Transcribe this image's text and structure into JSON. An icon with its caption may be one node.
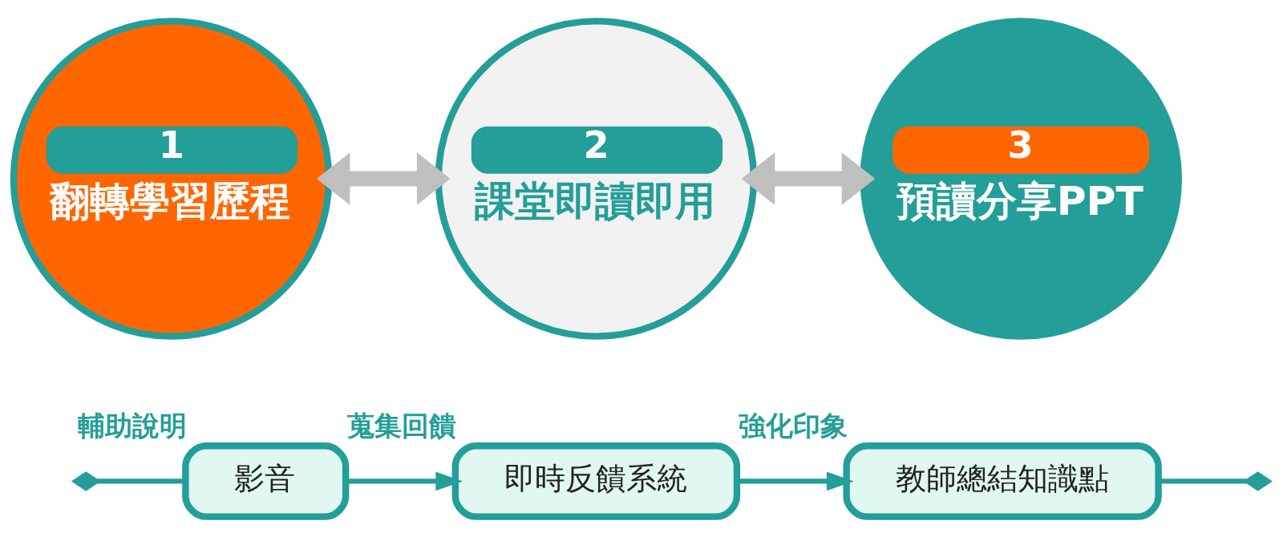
{
  "diagram": {
    "nodes": [
      {
        "text": [
          "1",
          "翻轉學習歷程"
        ]
      },
      {
        "text": [
          "2",
          "課堂即讀即用"
        ]
      },
      {
        "text": [
          "3",
          "預讀分享PPT"
        ]
      },
      {
        "text": [
          "影音"
        ],
        "beside": [
          "輔助說明"
        ]
      },
      {
        "text": [
          "即時反饋系統"
        ],
        "beside": [
          "蒐集回饋"
        ]
      },
      {
        "text": [
          "教師總結知識點"
        ],
        "beside": [
          "強化印象"
        ]
      }
    ],
    "edges": [
      {
        "from": 0,
        "to": 1,
        "arrow": "both",
        "color": "#bfbfbf",
        "style": "thick"
      },
      {
        "from": 1,
        "to": 2,
        "arrow": "both",
        "color": "#bfbfbf",
        "style": "thick"
      },
      {
        "from": null,
        "to": 3,
        "arrow": "other"
      },
      {
        "from": 3,
        "to": 4,
        "arrow": "to"
      },
      {
        "from": 4,
        "to": 5,
        "arrow": "to"
      },
      {
        "from": 5,
        "to": null,
        "arrow": "other"
      }
    ]
  }
}
